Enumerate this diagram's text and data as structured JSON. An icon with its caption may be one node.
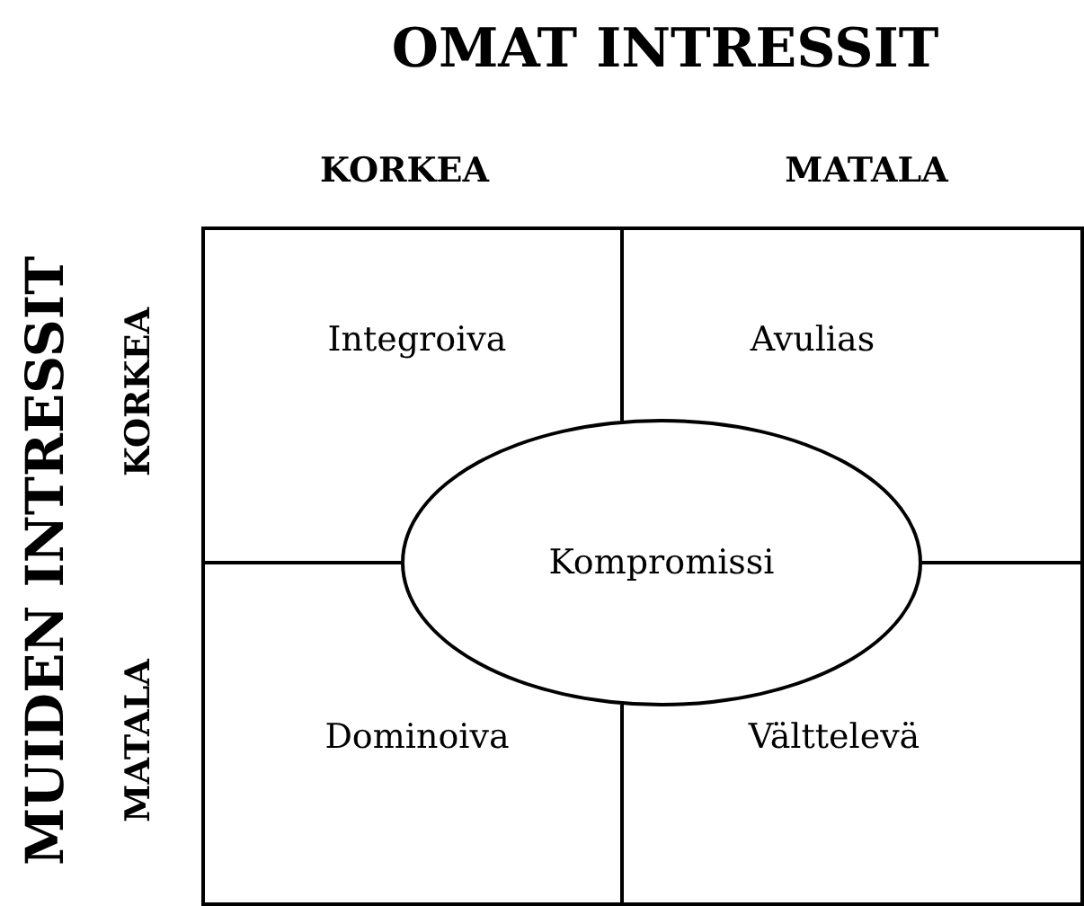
{
  "diagram": {
    "title": "OMAT INTRESSIT",
    "nodes": [
      {
        "text": [
          "Integroiva"
        ]
      },
      {
        "text": [
          "Avulias"
        ]
      },
      {
        "text": [
          "Kompromissi"
        ]
      },
      {
        "text": [
          "Dominoiva"
        ]
      },
      {
        "text": [
          "Välttelevä"
        ]
      }
    ],
    "labels": [
      "KORKEA",
      "MATALA",
      "MUIDEN INTRESSIT",
      "KORKEA",
      "MATALA"
    ]
  }
}
